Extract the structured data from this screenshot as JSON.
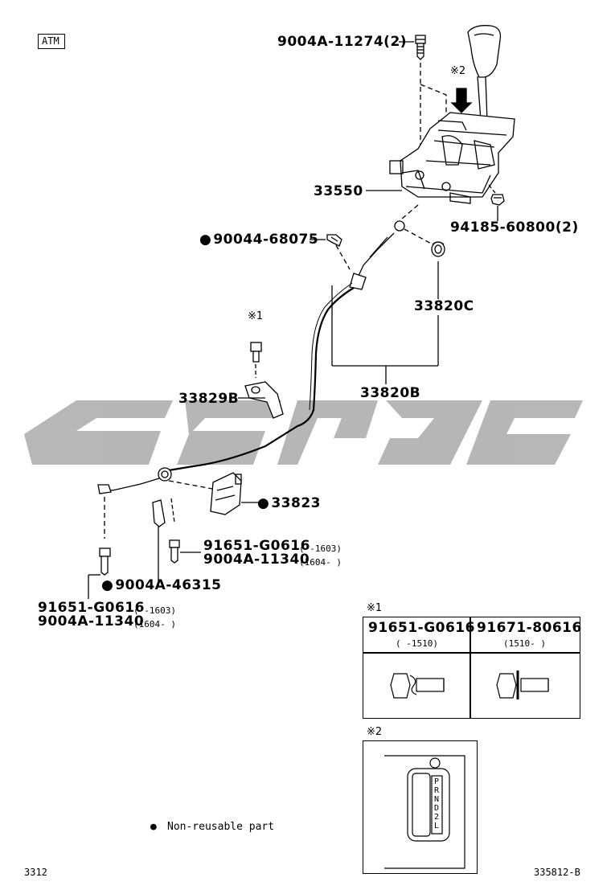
{
  "header": {
    "badge": "ATM"
  },
  "parts": {
    "bolt_top": "9004A-11274(2)",
    "note_mark_2": "※2",
    "shift_lever_assy": "33550",
    "nut_right": "94185-60800(2)",
    "clip": "90044-68075",
    "bushing": "33820C",
    "cable_assy": "33820B",
    "note_mark_1": "※1",
    "bracket": "33829B",
    "retainer": "33823",
    "bolt_mid_a": "91651-G0616",
    "bolt_mid_a_range": "(     -1603)",
    "bolt_mid_b": "9004A-11340",
    "bolt_mid_b_range": "(1604-     )",
    "pin": "9004A-46315",
    "bolt_low_a": "91651-G0616",
    "bolt_low_a_range": "(     -1603)",
    "bolt_low_b": "9004A-11340",
    "bolt_low_b_range": "(1604-     )"
  },
  "table_1": {
    "mark": "※1",
    "columns": [
      {
        "part": "91651-G0616",
        "range": "(     -1510)"
      },
      {
        "part": "91671-80616",
        "range": "(1510-     )"
      }
    ]
  },
  "table_2": {
    "mark": "※2",
    "gate_letters": [
      "P",
      "R",
      "N",
      "D",
      "2",
      "L"
    ]
  },
  "legend": {
    "symbol": "●",
    "text": "Non-reusable part"
  },
  "footer": {
    "page": "3312",
    "figure_id": "335812-B"
  },
  "watermark": {
    "color": "#b3b3b3"
  }
}
